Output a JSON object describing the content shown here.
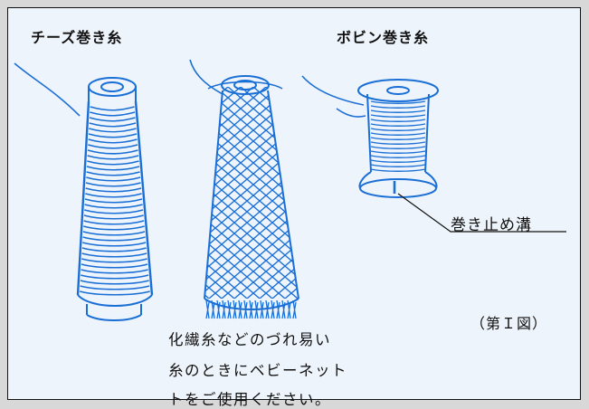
{
  "labels": {
    "cheese_title": "チーズ巻き糸",
    "bobbin_title": "ボビン巻き糸",
    "groove_label": "巻き止め溝",
    "figure_label": "（第Ｉ図）"
  },
  "note_lines": [
    "化繊糸などのづれ易い",
    "糸のときにベビーネット",
    "トをご使用ください。"
  ],
  "colors": {
    "ink": "#1a6fd6",
    "paper": "#eef4fb",
    "frame": "#111111",
    "text": "#111111"
  }
}
